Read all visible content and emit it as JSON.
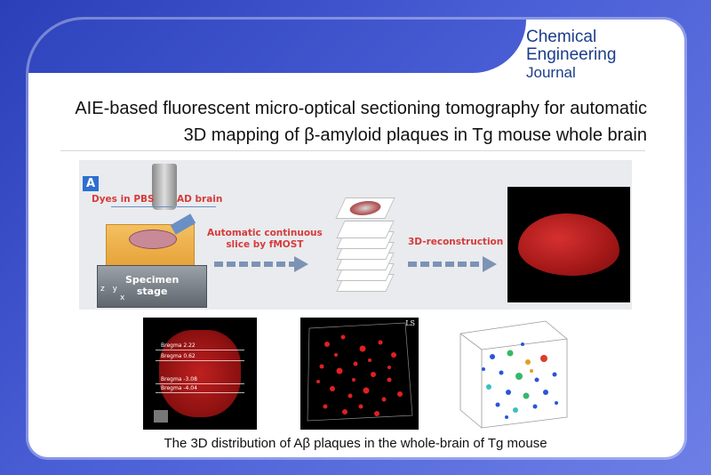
{
  "journal": {
    "line1": "Chemical",
    "line2": "Engineering",
    "line3": "Journal"
  },
  "title": {
    "line1": "AIE-based fluorescent micro-optical sectioning tomography for automatic",
    "line2": "3D mapping of β-amyloid plaques in Tg mouse whole brain"
  },
  "panel_a": {
    "badge": "A",
    "dyes_label": "Dyes in PBS",
    "ad_brain_label": "AD brain",
    "stage_line1": "Specimen",
    "stage_line2": "stage",
    "axis_z": "z",
    "axis_y": "y",
    "axis_x": "x",
    "step1_line1": "Automatic continuous",
    "step1_line2": "slice by fMOST",
    "step2": "3D-reconstruction"
  },
  "bregma": {
    "b1": "Bregma 2.22",
    "b2": "Bregma 0.62",
    "b3": "Bregma -3.08",
    "b4": "Bregma -4.04"
  },
  "ls_tag": "LS",
  "caption": "The 3D distribution of Aβ plaques in the whole-brain of Tg mouse",
  "colors": {
    "background": "#3a50c8",
    "title_text": "#111111",
    "journal_text": "#1c3e8a",
    "label_red": "#d63b3b",
    "arrow_gray": "#7d93b5"
  }
}
